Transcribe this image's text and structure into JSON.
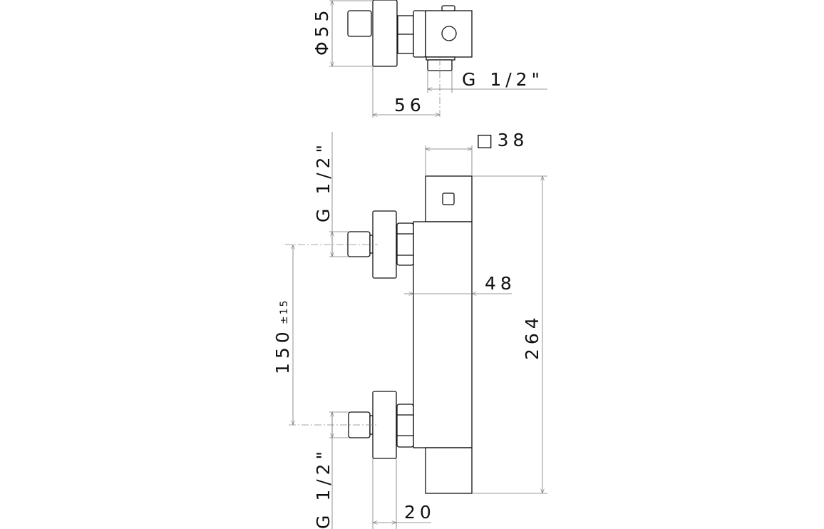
{
  "top_view": {
    "diameter_label": "Φ55",
    "depth_label": "56",
    "outlet_thread_label": "G 1/2\""
  },
  "front_view": {
    "width_label": "48",
    "square_label": "□38",
    "height_label": "264",
    "center_distance_label": "150",
    "center_distance_tolerance": "±15",
    "inlet_upper_thread_label": "G 1/2\"",
    "inlet_lower_thread_label": "G 1/2\"",
    "offset_label": "20"
  }
}
